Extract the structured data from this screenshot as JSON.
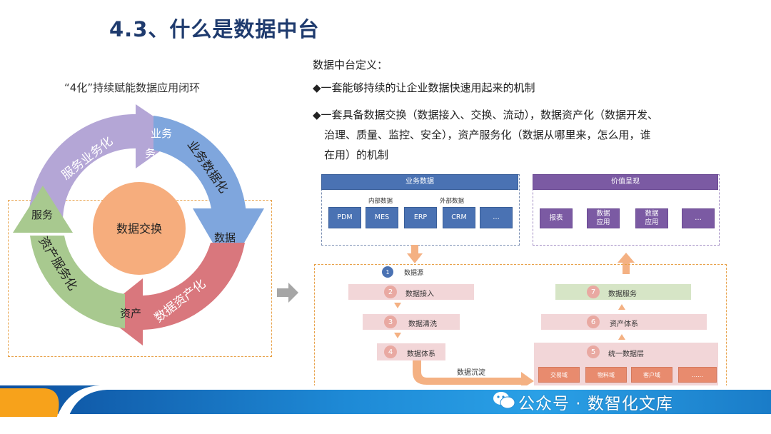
{
  "slide": {
    "title": "4.3、什么是数据中台",
    "loop_caption": "“4化”持续赋能数据应用闭环"
  },
  "cycle": {
    "center": "数据交换",
    "arcs": [
      {
        "label": "服务业务化",
        "color": "#b4a6d6"
      },
      {
        "label": "业务数据化",
        "color": "#7fa6dd"
      },
      {
        "label": "数据资产化",
        "color": "#d9777d"
      },
      {
        "label": "资产服务化",
        "color": "#a8c98f"
      }
    ],
    "arrow_labels": [
      "业务",
      "数据",
      "资产",
      "服务"
    ],
    "center_color": "#f6ad7d"
  },
  "definition": {
    "heading": "数据中台定义：",
    "bullets": [
      "◆一套能够持续的让企业数据快速用起来的机制",
      "◆一套具备数据交换（数据接入、交换、流动），数据资产化（数据开发、",
      "治理、质量、监控、安全），资产服务化（数据从哪里来，怎么用，谁",
      "在用）的机制"
    ]
  },
  "diagram": {
    "business_data": {
      "header": "业务数据",
      "sublabels": [
        "内部数据",
        "外部数据"
      ],
      "items": [
        "PDM",
        "MES",
        "ERP",
        "CRM",
        "…"
      ]
    },
    "value": {
      "header": "价值呈现",
      "items": [
        "报表",
        "数据\n应用",
        "数据\n应用",
        "…"
      ]
    },
    "left_steps": [
      {
        "num": "1",
        "label": "数据源"
      },
      {
        "num": "2",
        "label": "数据接入"
      },
      {
        "num": "3",
        "label": "数据清洗"
      },
      {
        "num": "4",
        "label": "数据体系"
      }
    ],
    "sediment_label": "数据沉淀",
    "right_steps": [
      {
        "num": "7",
        "label": "数据服务"
      },
      {
        "num": "6",
        "label": "资产体系"
      },
      {
        "num": "5",
        "label": "统一数据层"
      }
    ],
    "layer_items": [
      "交易域",
      "物料域",
      "客户域",
      "……"
    ]
  },
  "watermark": "公众号 · 数智化文库"
}
